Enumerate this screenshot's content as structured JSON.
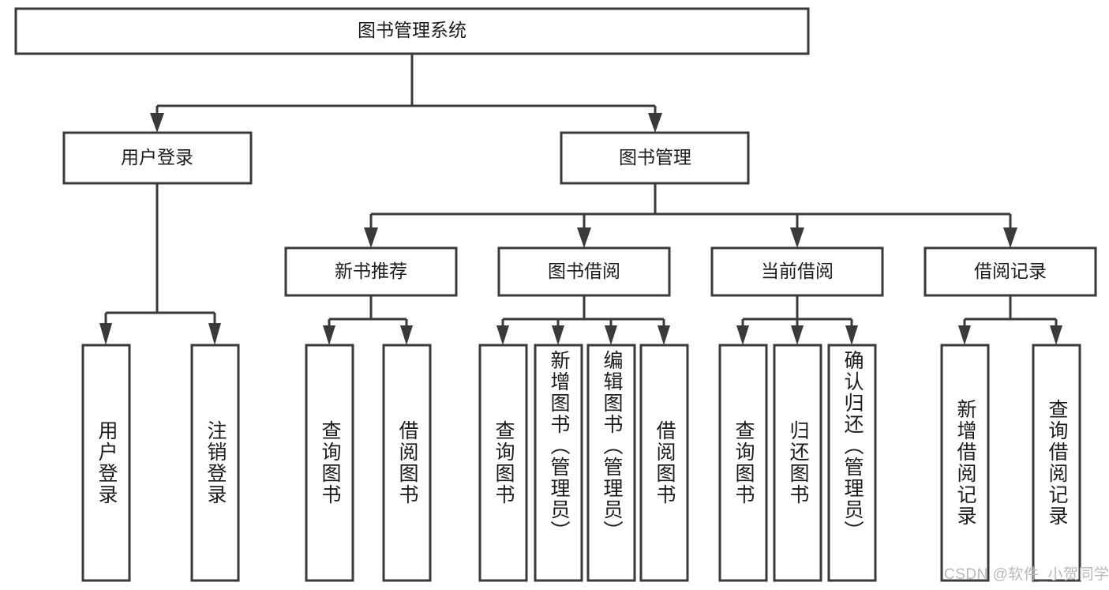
{
  "diagram": {
    "title": "图书管理系统",
    "type": "tree",
    "orientation": "top-down",
    "colors": {
      "box_stroke": "#3a3a3a",
      "box_fill": "#ffffff",
      "connector": "#3a3a3a",
      "text": "#1b1b1b",
      "watermark": "#b9b9b9",
      "background": "#ffffff"
    },
    "root": {
      "id": "root",
      "label": "图书管理系统"
    },
    "level2": [
      {
        "id": "user-login",
        "label": "用户登录"
      },
      {
        "id": "book-management",
        "label": "图书管理"
      }
    ],
    "level3": [
      {
        "id": "new-book-recommend",
        "label": "新书推荐",
        "parent": "book-management"
      },
      {
        "id": "book-borrow",
        "label": "图书借阅",
        "parent": "book-management"
      },
      {
        "id": "current-borrow",
        "label": "当前借阅",
        "parent": "book-management"
      },
      {
        "id": "borrow-record",
        "label": "借阅记录",
        "parent": "book-management"
      }
    ],
    "leaves": [
      {
        "id": "leaf-user-login",
        "label": "用户登录",
        "parent": "user-login"
      },
      {
        "id": "leaf-logout-login",
        "label": "注销登录",
        "parent": "user-login"
      },
      {
        "id": "leaf-query-book-1",
        "label": "查询图书",
        "parent": "new-book-recommend"
      },
      {
        "id": "leaf-borrow-book-1",
        "label": "借阅图书",
        "parent": "new-book-recommend"
      },
      {
        "id": "leaf-query-book-2",
        "label": "查询图书",
        "parent": "book-borrow"
      },
      {
        "id": "leaf-add-book",
        "label": "新增图书（管理员）",
        "parent": "book-borrow"
      },
      {
        "id": "leaf-edit-book",
        "label": "编辑图书（管理员）",
        "parent": "book-borrow"
      },
      {
        "id": "leaf-borrow-book-2",
        "label": "借阅图书",
        "parent": "book-borrow"
      },
      {
        "id": "leaf-query-book-3",
        "label": "查询图书",
        "parent": "current-borrow"
      },
      {
        "id": "leaf-return-book",
        "label": "归还图书",
        "parent": "current-borrow"
      },
      {
        "id": "leaf-confirm-return",
        "label": "确认归还（管理员）",
        "parent": "current-borrow"
      },
      {
        "id": "leaf-add-record",
        "label": "新增借阅记录",
        "parent": "borrow-record"
      },
      {
        "id": "leaf-query-record",
        "label": "查询借阅记录",
        "parent": "borrow-record"
      }
    ],
    "watermark": "CSDN @软件_小贺同学"
  }
}
